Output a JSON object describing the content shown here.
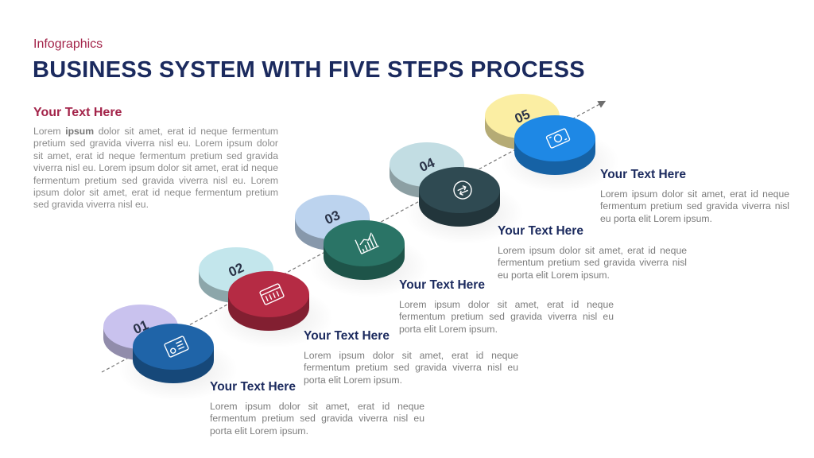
{
  "header": {
    "supertitle": "Infographics",
    "title": "BUSINESS SYSTEM WITH FIVE STEPS PROCESS"
  },
  "intro": {
    "heading": "Your Text Here",
    "body_prefix": "Lorem ",
    "body_bold": "ipsum",
    "body_rest": " dolor sit amet, erat id neque fermentum pretium sed gravida viverra nisl eu. Lorem ipsum dolor sit amet, erat id neque fermentum pretium sed gravida viverra nisl eu. Lorem ipsum dolor sit amet, erat id neque fermentum pretium sed gravida viverra nisl eu. Lorem ipsum dolor sit amet, erat id neque fermentum pretium sed gravida viverra nisl eu."
  },
  "steps": [
    {
      "number": "01",
      "heading": "Your Text Here",
      "body": "Lorem ipsum dolor sit amet, erat id neque fermentum pretium sed gravida viverra nisl eu porta elit Lorem ipsum.",
      "icon": "document-list-icon",
      "label_color": "#c9c2ee",
      "color": "#1f64a8"
    },
    {
      "number": "02",
      "heading": "Your Text Here",
      "body": "Lorem ipsum dolor sit amet, erat id neque fermentum pretium sed gravida viverra nisl eu porta elit Lorem ipsum.",
      "icon": "calendar-list-icon",
      "label_color": "#c3e6ec",
      "color": "#b52b44"
    },
    {
      "number": "03",
      "heading": "Your Text Here",
      "body": "Lorem ipsum dolor sit amet, erat id neque fermentum pretium sed gravida viverra nisl eu porta elit Lorem ipsum.",
      "icon": "growth-chart-icon",
      "label_color": "#bcd3ee",
      "color": "#2a7466"
    },
    {
      "number": "04",
      "heading": "Your Text Here",
      "body": "Lorem ipsum dolor sit amet, erat id neque fermentum pretium sed gravida viverra nisl eu porta elit Lorem ipsum.",
      "icon": "exchange-icon",
      "label_color": "#c2dde3",
      "color": "#2f4a52"
    },
    {
      "number": "05",
      "heading": "Your Text Here",
      "body": "Lorem ipsum dolor sit amet, erat id neque fermentum pretium sed gravida viverra nisl eu porta elit Lorem ipsum.",
      "icon": "money-icon",
      "label_color": "#fbeea3",
      "color": "#1e88e5"
    }
  ]
}
